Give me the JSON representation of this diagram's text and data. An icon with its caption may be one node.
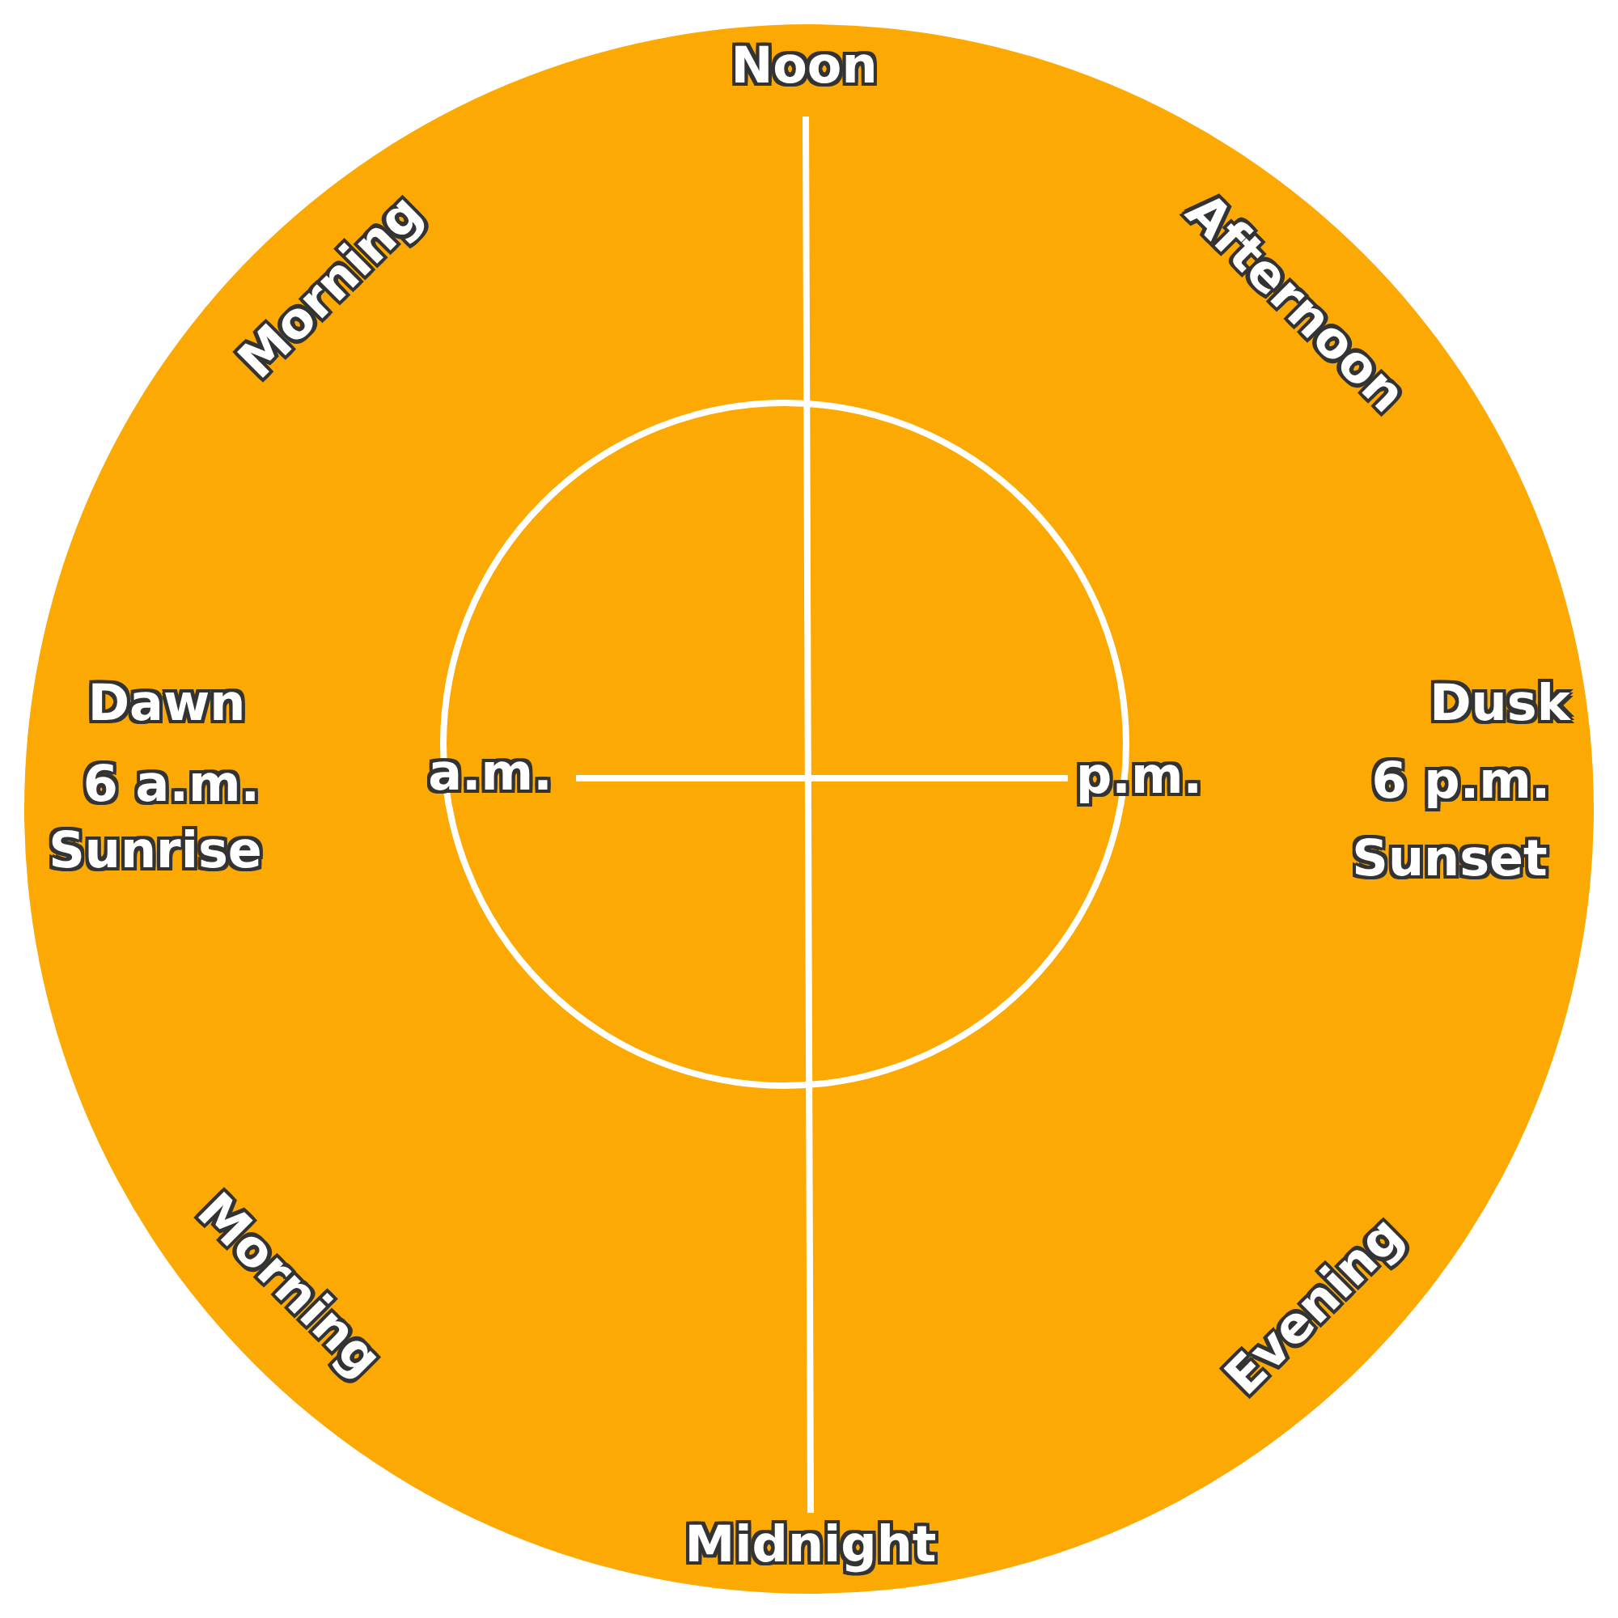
{
  "diagram": {
    "nodes": [
      {
        "text": [],
        "shape": "circle"
      },
      {
        "text": [],
        "shape": "circle",
        "in": 0
      }
    ],
    "labels": [
      "Noon",
      "Morning",
      "Afternoon",
      "Dawn",
      "6 a.m.",
      "Sunrise",
      "a.m.",
      "p.m.",
      "Dusk",
      "6 p.m.",
      "Sunset",
      "Morning",
      "Evening",
      "Midnight"
    ]
  }
}
